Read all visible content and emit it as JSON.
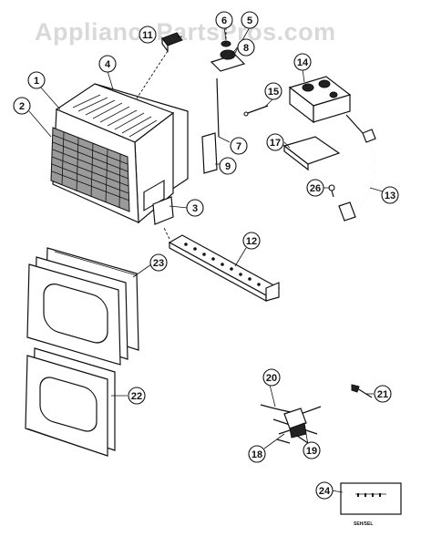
{
  "watermark": "AppliancePartsPros.com",
  "callouts": {
    "c1": "1",
    "c2": "2",
    "c3": "3",
    "c4": "4",
    "c5": "5",
    "c6": "6",
    "c7": "7",
    "c8": "8",
    "c9": "9",
    "c11": "11",
    "c12": "12",
    "c13": "13",
    "c14": "14",
    "c15": "15",
    "c17": "17",
    "c18": "18",
    "c19": "19",
    "c20": "20",
    "c21": "21",
    "c22": "22",
    "c23": "23",
    "c24": "24",
    "c26": "26"
  },
  "footer_code": "SEH/SEL"
}
